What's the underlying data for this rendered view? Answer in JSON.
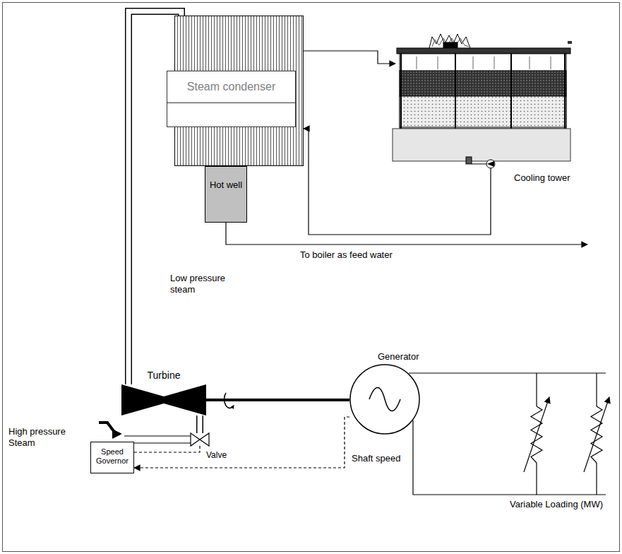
{
  "diagram": {
    "nodes": [
      {
        "text": [
          "Steam condenser"
        ]
      },
      {
        "text": [
          "Cooling tower"
        ]
      },
      {
        "text": [
          "Hot well"
        ]
      },
      {
        "text": [
          "Turbine"
        ]
      },
      {
        "text": [
          "Generator"
        ]
      },
      {
        "text": [
          "Valve"
        ]
      },
      {
        "text": [
          "Speed Governor"
        ]
      }
    ],
    "edges": [
      {
        "from": 0,
        "to": 1,
        "arrow": "to"
      },
      {
        "from": 1,
        "to": 0,
        "arrow": "to"
      },
      {
        "from": 3,
        "to": 0,
        "arrow": "none",
        "label": "Low pressure steam"
      },
      {
        "from": 5,
        "to": 3,
        "arrow": "none"
      },
      {
        "from": 3,
        "to": 4,
        "arrow": "none"
      },
      {
        "from": 4,
        "to": 6,
        "arrow": "to",
        "label": "Shaft speed"
      },
      {
        "from": 6,
        "to": 5,
        "arrow": "none"
      }
    ],
    "labels": [
      "To boiler as feed water",
      "High pressure Steam",
      "Variable Loading (MW)"
    ]
  }
}
